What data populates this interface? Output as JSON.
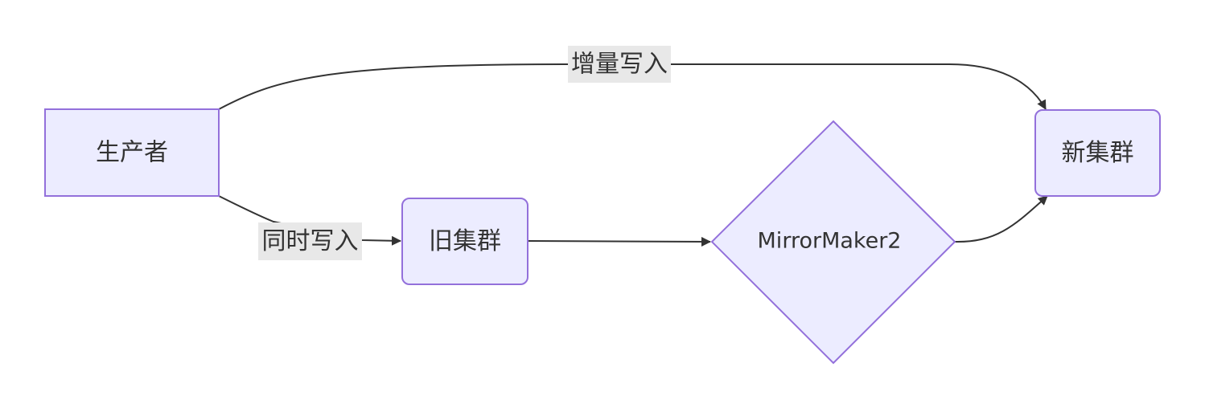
{
  "nodes": {
    "producer": "生产者",
    "old_cluster": "旧集群",
    "mirror_maker": "MirrorMaker2",
    "new_cluster": "新集群"
  },
  "edges": {
    "producer_to_new": "增量写入",
    "producer_to_old": "同时写入"
  },
  "colors": {
    "node_fill": "#ECECFF",
    "node_stroke": "#9370DB",
    "edge": "#333333",
    "edge_label_bg": "#E8E8E8"
  }
}
